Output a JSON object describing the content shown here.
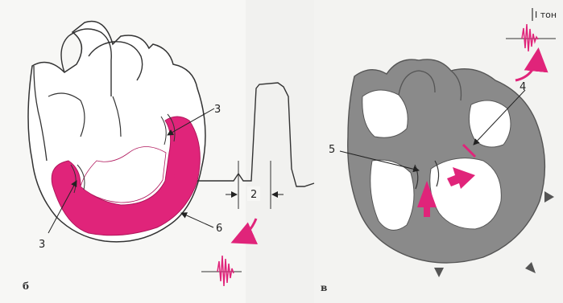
{
  "panels": {
    "left": {
      "letter": "б",
      "labels": {
        "n2": "2",
        "n3a": "3",
        "n3b": "3",
        "n6": "6"
      }
    },
    "right": {
      "letter": "в",
      "labels": {
        "n4": "4",
        "n5": "5",
        "ton": "I тон"
      }
    }
  },
  "colors": {
    "magenta": "#e0247a",
    "gray": "#8a8a8a",
    "dark_gray": "#6a6a6a",
    "line": "#333333"
  }
}
